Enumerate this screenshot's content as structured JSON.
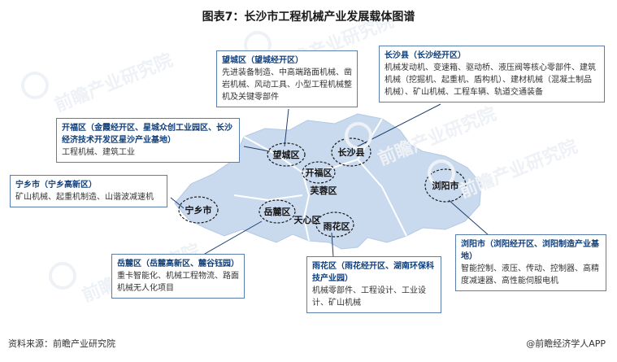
{
  "title": "图表7：长沙市工程机械产业发展载体图谱",
  "watermark": "前瞻产业研究院",
  "districts": [
    {
      "id": "wangcheng",
      "label": "望城区"
    },
    {
      "id": "changsha",
      "label": "长沙县"
    },
    {
      "id": "kaifu",
      "label": "开福区"
    },
    {
      "id": "furong",
      "label": "芙蓉区"
    },
    {
      "id": "ningxiang",
      "label": "宁乡市"
    },
    {
      "id": "yuelu",
      "label": "岳麓区"
    },
    {
      "id": "tianxin",
      "label": "天心区"
    },
    {
      "id": "yuhua",
      "label": "雨花区"
    },
    {
      "id": "liuyang",
      "label": "浏阳市"
    }
  ],
  "boxes": {
    "wangcheng": {
      "title": "望城区（望城经开区）",
      "body": "先进装备制造、中高端路面机械、凿岩机械、风动工具、小型工程机械整机及关键零部件"
    },
    "changsha": {
      "title": "长沙县（长沙经开区）",
      "body": "机械发动机、变速箱、驱动桥、液压阀等核心零部件、建筑机械（挖掘机、起重机、盾构机）、建材机械（混凝土制品机械）、矿山机械、工程车辆、轨道交通装备"
    },
    "kaifu": {
      "title": "开福区（金霞经开区、星城众创工业园区、长沙经济技术开发区星沙产业基地）",
      "body": "工程机械、建筑工业"
    },
    "ningxiang": {
      "title": "宁乡市（宁乡高新区）",
      "body": "矿山机械、起重机制造、山谐波减速机"
    },
    "yuelu": {
      "title": "岳麓区（岳麓高新区、麓谷钰园）",
      "body": "重卡智能化、机械工程物流、路面机械无人化项目"
    },
    "yuhua": {
      "title": "雨花区（雨花经开区、湖南环保科技产业园）",
      "body": "机械零部件、工程设计、工业设计、矿山机械"
    },
    "liuyang": {
      "title": "浏阳市（浏阳经开区、浏阳制造产业基地）",
      "body": "智能控制、液压、传动、控制器、高精度减速器、高性能伺服电机"
    }
  },
  "footer": {
    "source": "资料来源：前瞻产业研究院",
    "brand": "@前瞻经济学人APP"
  },
  "colors": {
    "map_fill": "#c9d9ee",
    "box_border": "#5a7fae",
    "title_blue": "#0f3e7a",
    "connector": "#1f3f6e"
  }
}
